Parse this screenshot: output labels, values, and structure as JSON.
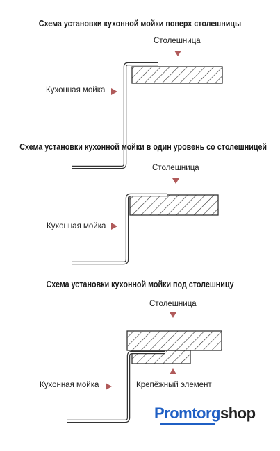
{
  "diagram1": {
    "title": "Схема установки кухонной мойки поверх столешницы",
    "countertop_label": "Столешница",
    "sink_label": "Кухонная мойка"
  },
  "diagram2": {
    "title": "Схема установки кухонной мойки в один уровень со столешницей",
    "countertop_label": "Столешница",
    "sink_label": "Кухонная мойка"
  },
  "diagram3": {
    "title": "Схема установки кухонной мойки под столешницу",
    "countertop_label": "Столешница",
    "sink_label": "Кухонная мойка",
    "fastener_label": "Крепёжный элемент"
  },
  "logo": {
    "part1": "Promtorg",
    "part2": "shop"
  },
  "colors": {
    "arrow": "#b05a5a",
    "stroke": "#333333",
    "logo_blue": "#1f5fc4"
  }
}
